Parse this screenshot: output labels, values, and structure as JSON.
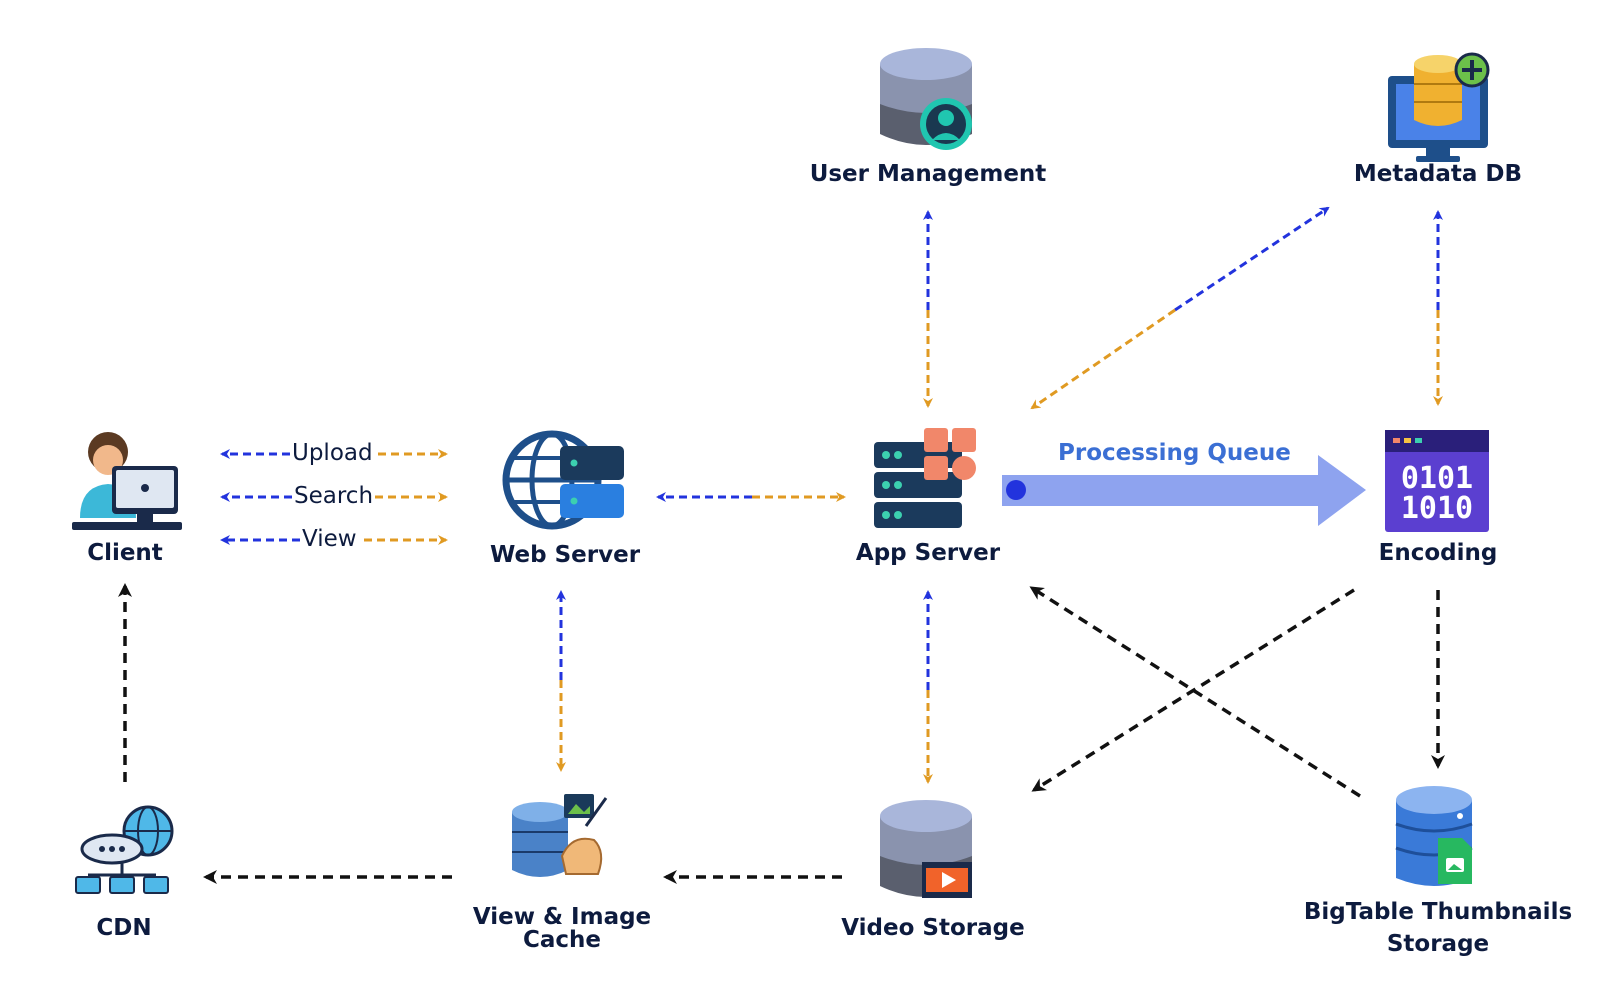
{
  "nodes": {
    "client": {
      "label": "Client",
      "icon": "client-computer-icon"
    },
    "web_server": {
      "label": "Web Server",
      "icon": "web-server-globe-icon"
    },
    "app_server": {
      "label": "App Server",
      "icon": "app-server-rack-icon"
    },
    "encoding": {
      "label": "Encoding",
      "icon": "binary-encoding-icon",
      "text_top": "0101",
      "text_bottom": "1010"
    },
    "user_management": {
      "label": "User Management",
      "icon": "user-database-icon"
    },
    "metadata_db": {
      "label": "Metadata DB",
      "icon": "metadata-database-monitor-icon"
    },
    "cdn": {
      "label": "CDN",
      "icon": "cdn-network-icon"
    },
    "cache": {
      "label_line1": "View & Image",
      "label_line2": "Cache",
      "icon": "cache-database-broom-icon"
    },
    "video_storage": {
      "label": "Video Storage",
      "icon": "video-database-icon"
    },
    "bigtable": {
      "label_line1": "BigTable Thumbnails",
      "label_line2": "Storage",
      "icon": "thumbnail-database-icon"
    }
  },
  "edges": {
    "upload": "Upload",
    "search": "Search",
    "view": "View",
    "processing_queue": "Processing Queue"
  },
  "colors": {
    "blue_arrow": "#2233dd",
    "orange_arrow": "#e09a22",
    "black_arrow": "#111111",
    "queue_fill": "#8ea3ef",
    "queue_text": "#3b6fd4",
    "label_text": "#0d1b3e"
  }
}
